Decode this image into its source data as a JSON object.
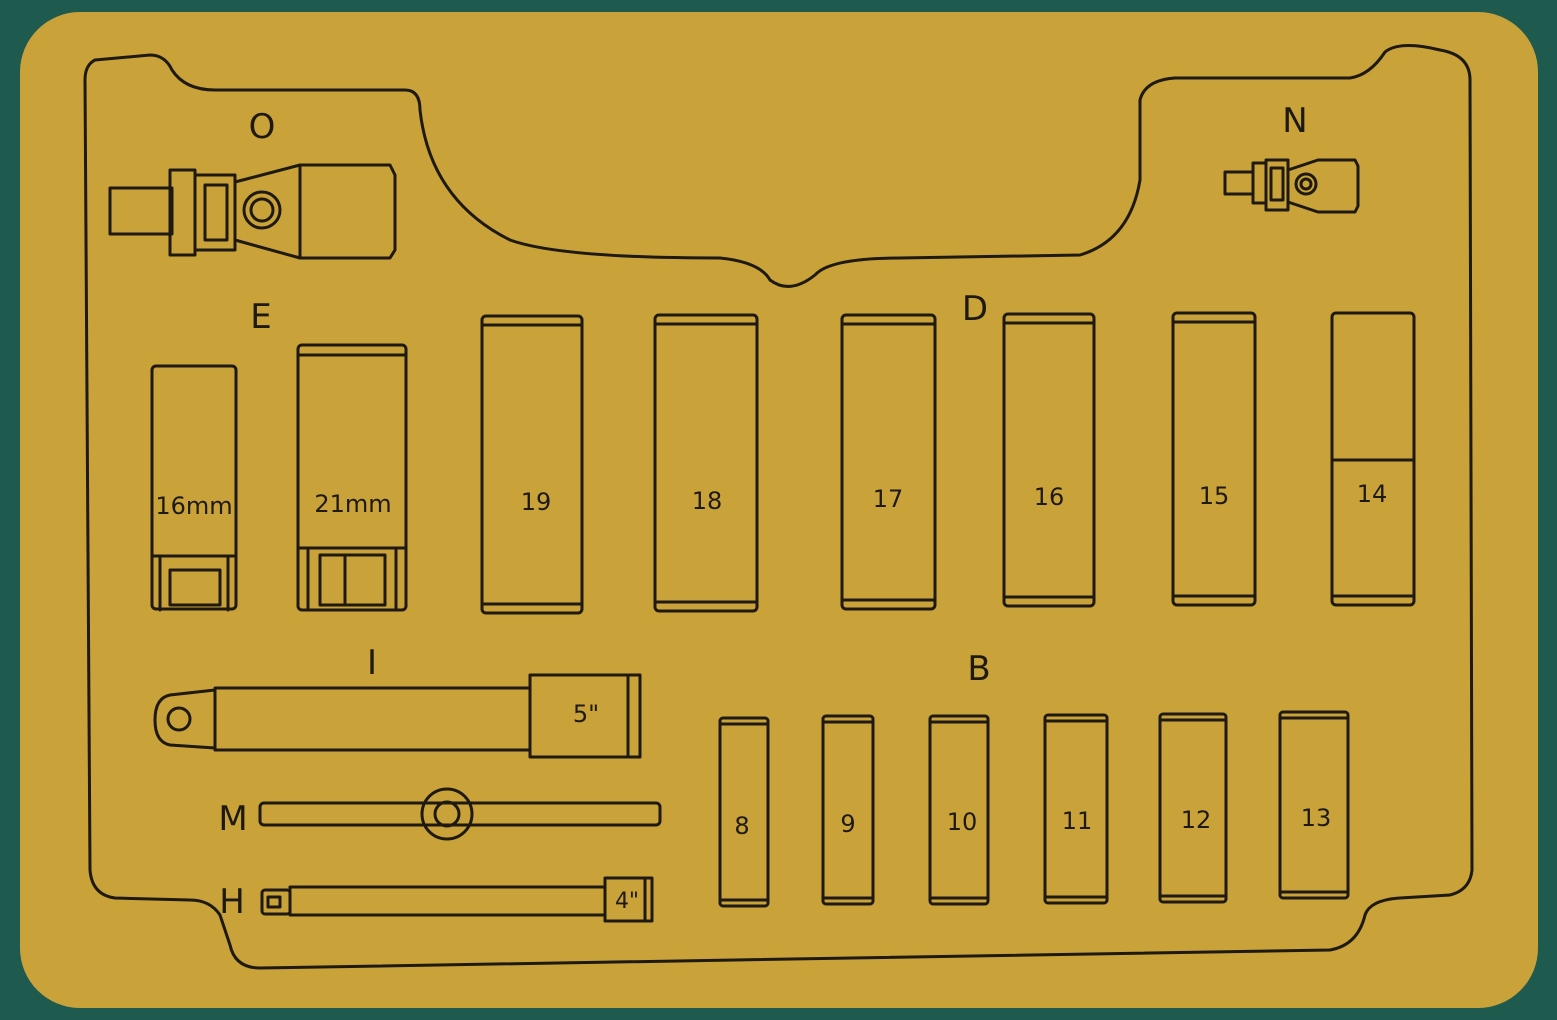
{
  "colors": {
    "background": "#1f5a4e",
    "card": "#c9a23a",
    "ink": "#1e1a12"
  },
  "groups": {
    "O": "O",
    "N": "N",
    "E": "E",
    "D": "D",
    "I": "I",
    "B": "B",
    "M": "M",
    "H": "H"
  },
  "sockets_e": [
    "16mm",
    "21mm"
  ],
  "sockets_d": [
    "19",
    "18",
    "17",
    "16",
    "15",
    "14"
  ],
  "sockets_b": [
    "8",
    "9",
    "10",
    "11",
    "12",
    "13"
  ],
  "extensions": {
    "I_length": "5\"",
    "H_length": "4\""
  }
}
